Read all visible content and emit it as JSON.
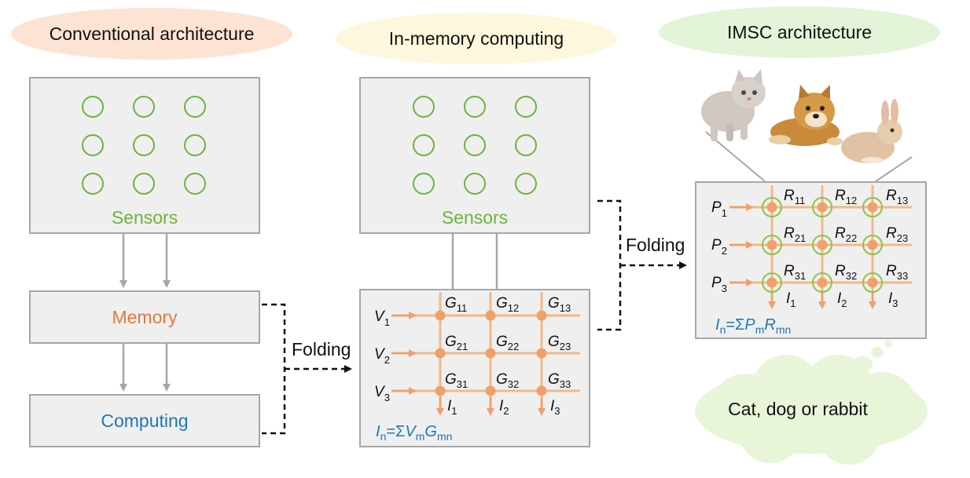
{
  "titles": {
    "conventional": "Conventional architecture",
    "in_memory": "In-memory computing",
    "imsc": "IMSC architecture"
  },
  "blocks": {
    "sensors": "Sensors",
    "memory": "Memory",
    "computing": "Computing"
  },
  "arrows": {
    "folding": "Folding"
  },
  "in_memory_array": {
    "input_symbol": "V",
    "inputs": [
      "1",
      "2",
      "3"
    ],
    "weight_symbol": "G",
    "weights": [
      [
        "11",
        "12",
        "13"
      ],
      [
        "21",
        "22",
        "23"
      ],
      [
        "31",
        "32",
        "33"
      ]
    ],
    "output_symbol": "I",
    "outputs": [
      "1",
      "2",
      "3"
    ],
    "equation": {
      "lhs": "I",
      "lhs_sub": "n",
      "eq": "=Σ",
      "v": "V",
      "v_sub": "m",
      "g": "G",
      "g_sub": "mn"
    }
  },
  "imsc_array": {
    "input_symbol": "P",
    "inputs": [
      "1",
      "2",
      "3"
    ],
    "weight_symbol": "R",
    "weights": [
      [
        "11",
        "12",
        "13"
      ],
      [
        "21",
        "22",
        "23"
      ],
      [
        "31",
        "32",
        "33"
      ]
    ],
    "output_symbol": "I",
    "outputs": [
      "1",
      "2",
      "3"
    ],
    "equation": {
      "lhs": "I",
      "lhs_sub": "n",
      "eq": "=Σ",
      "v": "P",
      "v_sub": "m",
      "g": "R",
      "g_sub": "mn"
    }
  },
  "images": {
    "cat": "cat-image",
    "dog": "dog-image",
    "rabbit": "rabbit-image"
  },
  "result": "Cat, dog or rabbit",
  "colors": {
    "sensor_green": "#6db33f",
    "memory_orange": "#e07b39",
    "computing_blue": "#1f77b4",
    "grid_orange": "#f2b98a",
    "node_orange": "#f0a06a",
    "box_fill": "#efefef",
    "box_border": "#a6a6a6",
    "title1_bg": "#fde3d4",
    "title2_bg": "#fdf8dd",
    "title3_bg": "#e3f4d8",
    "cloud_bg": "#e8f5d9"
  }
}
